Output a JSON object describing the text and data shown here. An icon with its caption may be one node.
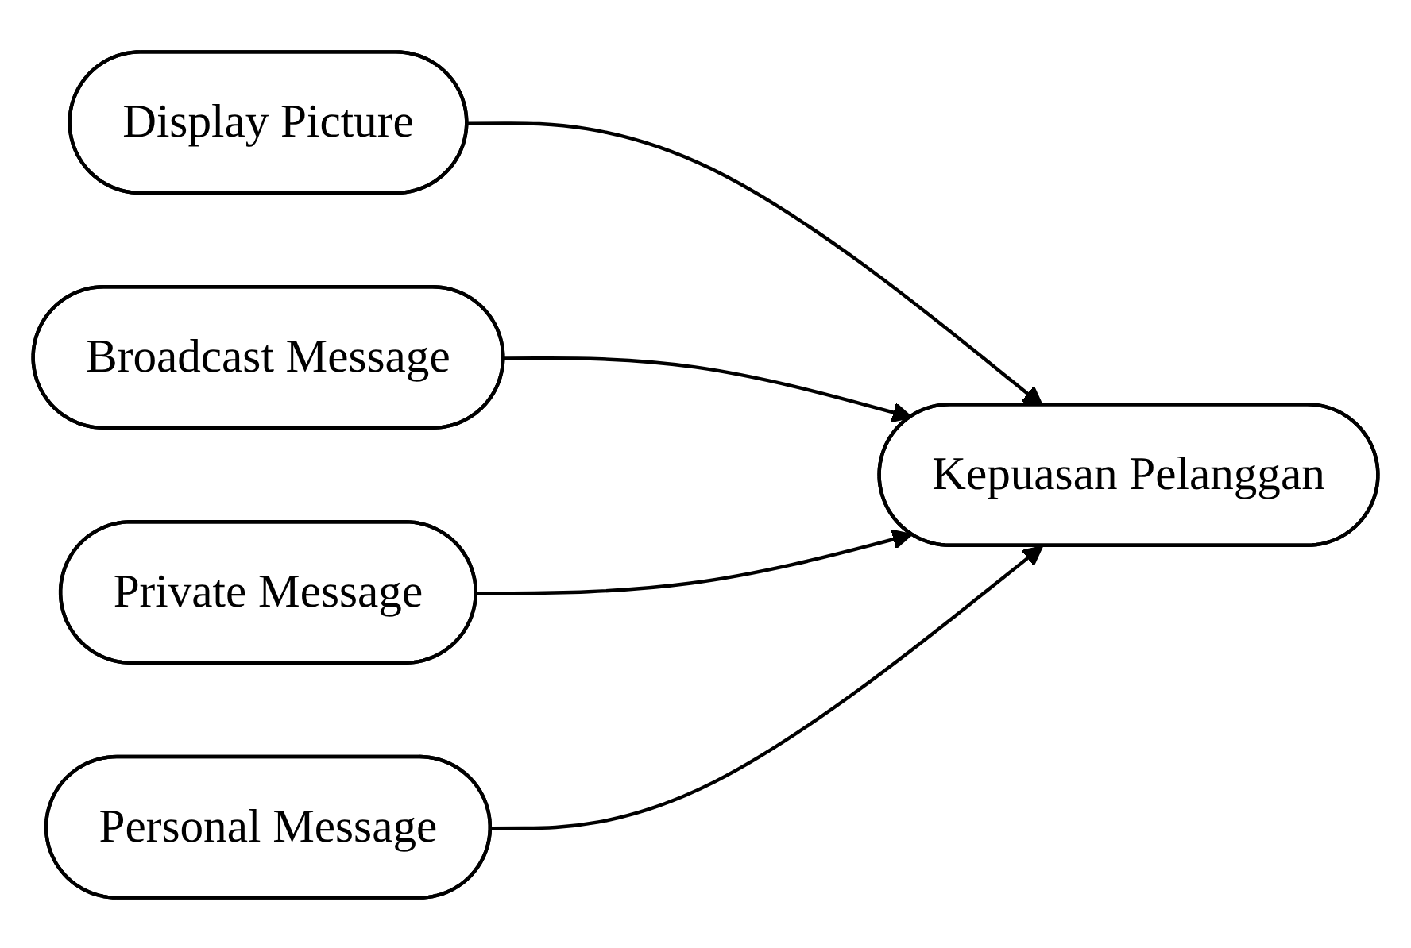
{
  "diagram": {
    "nodes": [
      {
        "text": [
          "Display Picture"
        ]
      },
      {
        "text": [
          "Broadcast Message"
        ]
      },
      {
        "text": [
          "Private Message"
        ]
      },
      {
        "text": [
          "Personal Message"
        ]
      },
      {
        "text": [
          "Kepuasan Pelanggan"
        ]
      }
    ],
    "edges": [
      {
        "from": 0,
        "to": 4,
        "arrow": "to"
      },
      {
        "from": 1,
        "to": 4,
        "arrow": "to"
      },
      {
        "from": 2,
        "to": 4,
        "arrow": "to"
      },
      {
        "from": 3,
        "to": 4,
        "arrow": "to"
      }
    ]
  }
}
